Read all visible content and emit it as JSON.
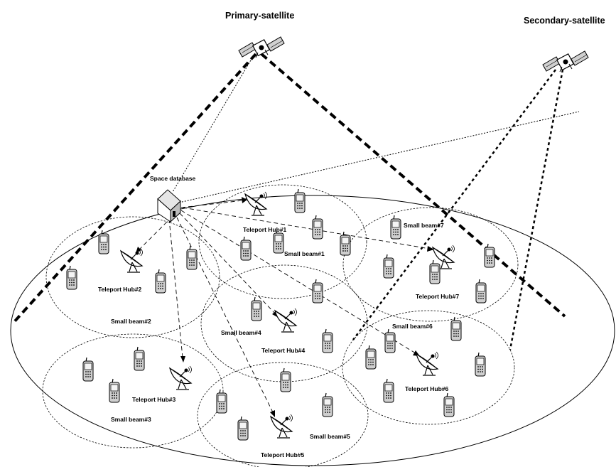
{
  "satellites": {
    "primary_label": "Primary-satellite",
    "secondary_label": "Secondary-satellite"
  },
  "space_database_label": "Space database",
  "beams": [
    {
      "id": 1,
      "label": "Small beam#1"
    },
    {
      "id": 2,
      "label": "Small beam#2"
    },
    {
      "id": 3,
      "label": "Small beam#3"
    },
    {
      "id": 4,
      "label": "Small beam#4"
    },
    {
      "id": 5,
      "label": "Small beam#5"
    },
    {
      "id": 6,
      "label": "Small beam#6"
    },
    {
      "id": 7,
      "label": "Small beam#7"
    }
  ],
  "hubs": [
    {
      "id": 1,
      "label": "Teleport Hub#1"
    },
    {
      "id": 2,
      "label": "Teleport Hub#2"
    },
    {
      "id": 3,
      "label": "Teleport Hub#3"
    },
    {
      "id": 4,
      "label": "Teleport Hub#4"
    },
    {
      "id": 5,
      "label": "Teleport Hub#5"
    },
    {
      "id": 6,
      "label": "Teleport Hub#6"
    },
    {
      "id": 7,
      "label": "Teleport Hub#7"
    }
  ],
  "icons": {
    "satellite": "satellite-icon",
    "database": "house-icon",
    "dish": "satellite-dish-icon",
    "phone": "mobile-phone-icon"
  },
  "colors": {
    "ink": "#000000",
    "background": "#ffffff",
    "phone_body": "#cfcfcf",
    "phone_screen": "#f4f4f4"
  }
}
